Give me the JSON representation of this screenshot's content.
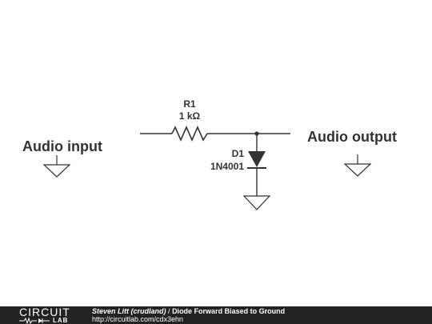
{
  "schematic": {
    "input_label": "Audio input",
    "output_label": "Audio output",
    "resistor": {
      "designator": "R1",
      "value": "1 kΩ"
    },
    "diode": {
      "designator": "D1",
      "part": "1N4001"
    }
  },
  "footer": {
    "logo_top": "CIRCUIT",
    "logo_bottom": "LAB",
    "author": "Steven Litt (crudland)",
    "separator": "/",
    "title": "Diode Forward Biased to Ground",
    "url": "http://circuitlab.com/cdx3ehn"
  },
  "colors": {
    "wire": "#333333",
    "text": "#333333",
    "footer_bg": "#222222",
    "footer_text": "#ffffff"
  }
}
